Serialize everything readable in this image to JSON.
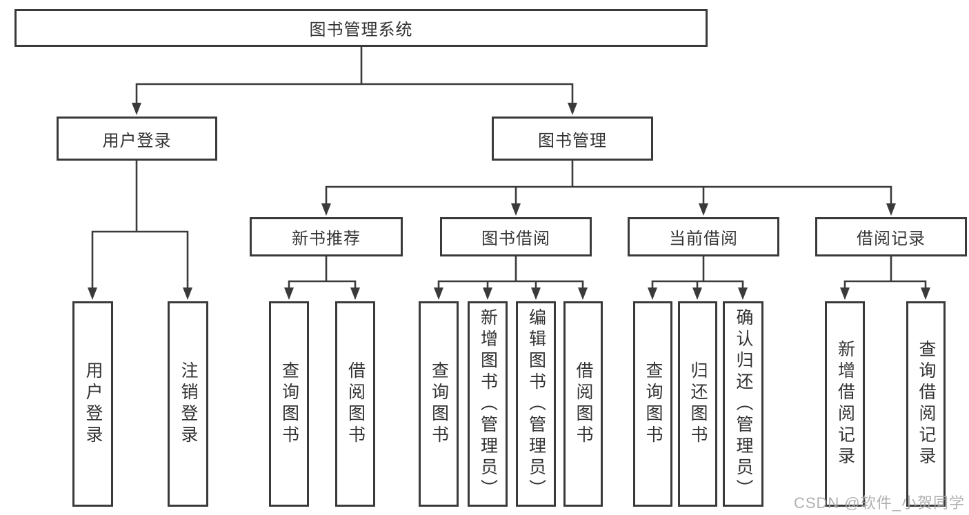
{
  "colors": {
    "line": "#3a3a3a",
    "box_border": "#3a3a3a",
    "text": "#333333",
    "background": "#ffffff",
    "watermark": "#aaaaaa"
  },
  "watermark": {
    "text": "CSDN @软件_小贺同学"
  },
  "tree": {
    "root": {
      "label": "图书管理系统"
    },
    "branches": [
      {
        "label": "用户登录",
        "children": [
          {
            "label": "用户登录"
          },
          {
            "label": "注销登录"
          }
        ]
      },
      {
        "label": "图书管理",
        "children": [
          {
            "label": "新书推荐",
            "children": [
              {
                "label": "查询图书"
              },
              {
                "label": "借阅图书"
              }
            ]
          },
          {
            "label": "图书借阅",
            "children": [
              {
                "label": "查询图书"
              },
              {
                "label": "新增图书（管理员）"
              },
              {
                "label": "编辑图书（管理员）"
              },
              {
                "label": "借阅图书"
              }
            ]
          },
          {
            "label": "当前借阅",
            "children": [
              {
                "label": "查询图书"
              },
              {
                "label": "归还图书"
              },
              {
                "label": "确认归还（管理员）"
              }
            ]
          },
          {
            "label": "借阅记录",
            "children": [
              {
                "label": "新增借阅记录"
              },
              {
                "label": "查询借阅记录"
              }
            ]
          }
        ]
      }
    ]
  }
}
